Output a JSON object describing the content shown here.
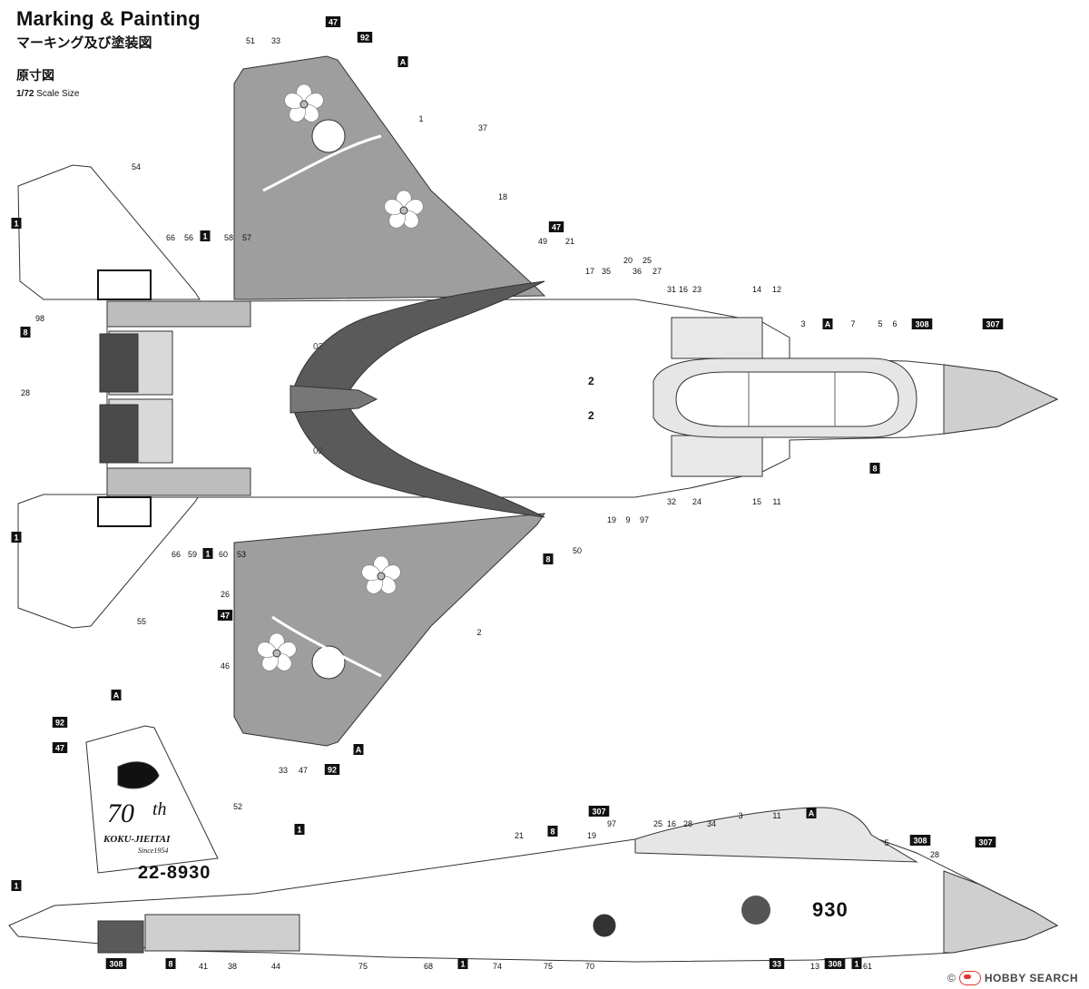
{
  "header": {
    "title_en": "Marking & Painting",
    "title_jp": "マーキング及び塗装図",
    "scale_jp": "原寸図",
    "scale_ratio": "1/72",
    "scale_size": "Scale Size"
  },
  "top_view": {
    "plain_callouts": [
      "51",
      "33",
      "1",
      "37",
      "18",
      "54",
      "66",
      "56",
      "58",
      "57",
      "49",
      "21",
      "17",
      "35",
      "20",
      "36",
      "25",
      "27",
      "31",
      "16",
      "23",
      "14",
      "12",
      "98",
      "3",
      "7",
      "5",
      "6",
      "28",
      "19",
      "9",
      "97",
      "32",
      "24",
      "15",
      "11",
      "66",
      "59",
      "60",
      "53",
      "50",
      "26",
      "2",
      "46",
      "33",
      "47",
      "55"
    ],
    "boxed_callouts": [
      "47",
      "92",
      "A",
      "1",
      "47",
      "1",
      "308",
      "307",
      "8",
      "A",
      "8",
      "1",
      "1",
      "8",
      "47",
      "A",
      "92",
      "50"
    ],
    "number_2": "2",
    "tail_code": "02"
  },
  "side_view": {
    "serial": "22-8930",
    "nose_number": "930",
    "anniversary_number": "70",
    "anniversary_suffix": "th",
    "anniversary_text": "KOKU-JIEITAI",
    "anniversary_since": "Since1954",
    "plain_callouts": [
      "52",
      "21",
      "19",
      "97",
      "25",
      "16",
      "28",
      "34",
      "3",
      "11",
      "5",
      "28",
      "41",
      "38",
      "44",
      "75",
      "68",
      "74",
      "75",
      "70",
      "13",
      "61"
    ],
    "boxed_callouts": [
      "A",
      "92",
      "47",
      "1",
      "1",
      "307",
      "8",
      "A",
      "308",
      "307",
      "1",
      "33",
      "308",
      "8",
      "1",
      "308"
    ]
  },
  "watermark": {
    "copyright": "©",
    "brand": "HOBBY SEARCH"
  },
  "colors": {
    "wing_gray": "#9e9e9e",
    "light_gray": "#cfcfcf",
    "dark_gray": "#5a5a5a",
    "outline": "#333333",
    "white": "#ffffff",
    "accent_red": "#e0382f"
  }
}
